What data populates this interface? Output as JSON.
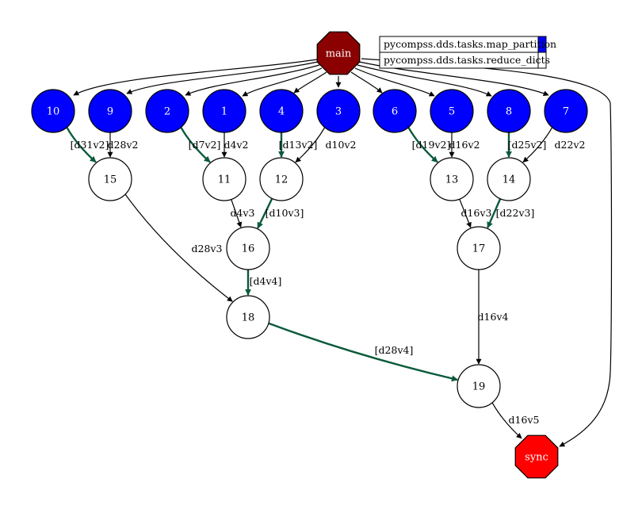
{
  "colors": {
    "map_partition": "#0000ff",
    "reduce_dicts": "#ffffff",
    "main": "#8b0000",
    "sync": "#ff0000",
    "highlight_edge": "#0a5a3a",
    "normal_edge": "#000000"
  },
  "legend": [
    {
      "label": "pycompss.dds.tasks.map_partition",
      "color": "#0000ff"
    },
    {
      "label": "pycompss.dds.tasks.reduce_dicts",
      "color": "#ffffff"
    }
  ],
  "nodes": [
    {
      "id": "main",
      "label": "main",
      "shape": "octagon",
      "color": "#8b0000",
      "text_color": "#ffffff"
    },
    {
      "id": "n10",
      "label": "10",
      "shape": "circle",
      "color": "#0000ff",
      "text_color": "#ffffff"
    },
    {
      "id": "n9",
      "label": "9",
      "shape": "circle",
      "color": "#0000ff",
      "text_color": "#ffffff"
    },
    {
      "id": "n2",
      "label": "2",
      "shape": "circle",
      "color": "#0000ff",
      "text_color": "#ffffff"
    },
    {
      "id": "n1",
      "label": "1",
      "shape": "circle",
      "color": "#0000ff",
      "text_color": "#ffffff"
    },
    {
      "id": "n4",
      "label": "4",
      "shape": "circle",
      "color": "#0000ff",
      "text_color": "#ffffff"
    },
    {
      "id": "n3",
      "label": "3",
      "shape": "circle",
      "color": "#0000ff",
      "text_color": "#ffffff"
    },
    {
      "id": "n6",
      "label": "6",
      "shape": "circle",
      "color": "#0000ff",
      "text_color": "#ffffff"
    },
    {
      "id": "n5",
      "label": "5",
      "shape": "circle",
      "color": "#0000ff",
      "text_color": "#ffffff"
    },
    {
      "id": "n8",
      "label": "8",
      "shape": "circle",
      "color": "#0000ff",
      "text_color": "#ffffff"
    },
    {
      "id": "n7",
      "label": "7",
      "shape": "circle",
      "color": "#0000ff",
      "text_color": "#ffffff"
    },
    {
      "id": "n15",
      "label": "15",
      "shape": "circle",
      "color": "#ffffff",
      "text_color": "#000000"
    },
    {
      "id": "n11",
      "label": "11",
      "shape": "circle",
      "color": "#ffffff",
      "text_color": "#000000"
    },
    {
      "id": "n12",
      "label": "12",
      "shape": "circle",
      "color": "#ffffff",
      "text_color": "#000000"
    },
    {
      "id": "n13",
      "label": "13",
      "shape": "circle",
      "color": "#ffffff",
      "text_color": "#000000"
    },
    {
      "id": "n14",
      "label": "14",
      "shape": "circle",
      "color": "#ffffff",
      "text_color": "#000000"
    },
    {
      "id": "n16",
      "label": "16",
      "shape": "circle",
      "color": "#ffffff",
      "text_color": "#000000"
    },
    {
      "id": "n17",
      "label": "17",
      "shape": "circle",
      "color": "#ffffff",
      "text_color": "#000000"
    },
    {
      "id": "n18",
      "label": "18",
      "shape": "circle",
      "color": "#ffffff",
      "text_color": "#000000"
    },
    {
      "id": "n19",
      "label": "19",
      "shape": "circle",
      "color": "#ffffff",
      "text_color": "#000000"
    },
    {
      "id": "sync",
      "label": "sync",
      "shape": "octagon",
      "color": "#ff0000",
      "text_color": "#ffffff"
    }
  ],
  "edges": [
    {
      "from": "main",
      "to": "n10",
      "label": "",
      "highlight": false
    },
    {
      "from": "main",
      "to": "n9",
      "label": "",
      "highlight": false
    },
    {
      "from": "main",
      "to": "n2",
      "label": "",
      "highlight": false
    },
    {
      "from": "main",
      "to": "n1",
      "label": "",
      "highlight": false
    },
    {
      "from": "main",
      "to": "n4",
      "label": "",
      "highlight": false
    },
    {
      "from": "main",
      "to": "n3",
      "label": "",
      "highlight": false
    },
    {
      "from": "main",
      "to": "n6",
      "label": "",
      "highlight": false
    },
    {
      "from": "main",
      "to": "n5",
      "label": "",
      "highlight": false
    },
    {
      "from": "main",
      "to": "n8",
      "label": "",
      "highlight": false
    },
    {
      "from": "main",
      "to": "n7",
      "label": "",
      "highlight": false
    },
    {
      "from": "main",
      "to": "sync",
      "label": "",
      "highlight": false
    },
    {
      "from": "n10",
      "to": "n15",
      "label": "[d31v2]",
      "highlight": true
    },
    {
      "from": "n9",
      "to": "n15",
      "label": "d28v2",
      "highlight": false
    },
    {
      "from": "n2",
      "to": "n11",
      "label": "[d7v2]",
      "highlight": true
    },
    {
      "from": "n1",
      "to": "n11",
      "label": "d4v2",
      "highlight": false
    },
    {
      "from": "n4",
      "to": "n12",
      "label": "[d13v2]",
      "highlight": true
    },
    {
      "from": "n3",
      "to": "n12",
      "label": "d10v2",
      "highlight": false
    },
    {
      "from": "n6",
      "to": "n13",
      "label": "[d19v2]",
      "highlight": true
    },
    {
      "from": "n5",
      "to": "n13",
      "label": "d16v2",
      "highlight": false
    },
    {
      "from": "n8",
      "to": "n14",
      "label": "[d25v2]",
      "highlight": true
    },
    {
      "from": "n7",
      "to": "n14",
      "label": "d22v2",
      "highlight": false
    },
    {
      "from": "n11",
      "to": "n16",
      "label": "d4v3",
      "highlight": false
    },
    {
      "from": "n12",
      "to": "n16",
      "label": "[d10v3]",
      "highlight": true
    },
    {
      "from": "n13",
      "to": "n17",
      "label": "d16v3",
      "highlight": false
    },
    {
      "from": "n14",
      "to": "n17",
      "label": "[d22v3]",
      "highlight": true
    },
    {
      "from": "n15",
      "to": "n18",
      "label": "d28v3",
      "highlight": false
    },
    {
      "from": "n16",
      "to": "n18",
      "label": "[d4v4]",
      "highlight": true
    },
    {
      "from": "n18",
      "to": "n19",
      "label": "[d28v4]",
      "highlight": true
    },
    {
      "from": "n17",
      "to": "n19",
      "label": "d16v4",
      "highlight": false
    },
    {
      "from": "n19",
      "to": "sync",
      "label": "d16v5",
      "highlight": false
    }
  ]
}
